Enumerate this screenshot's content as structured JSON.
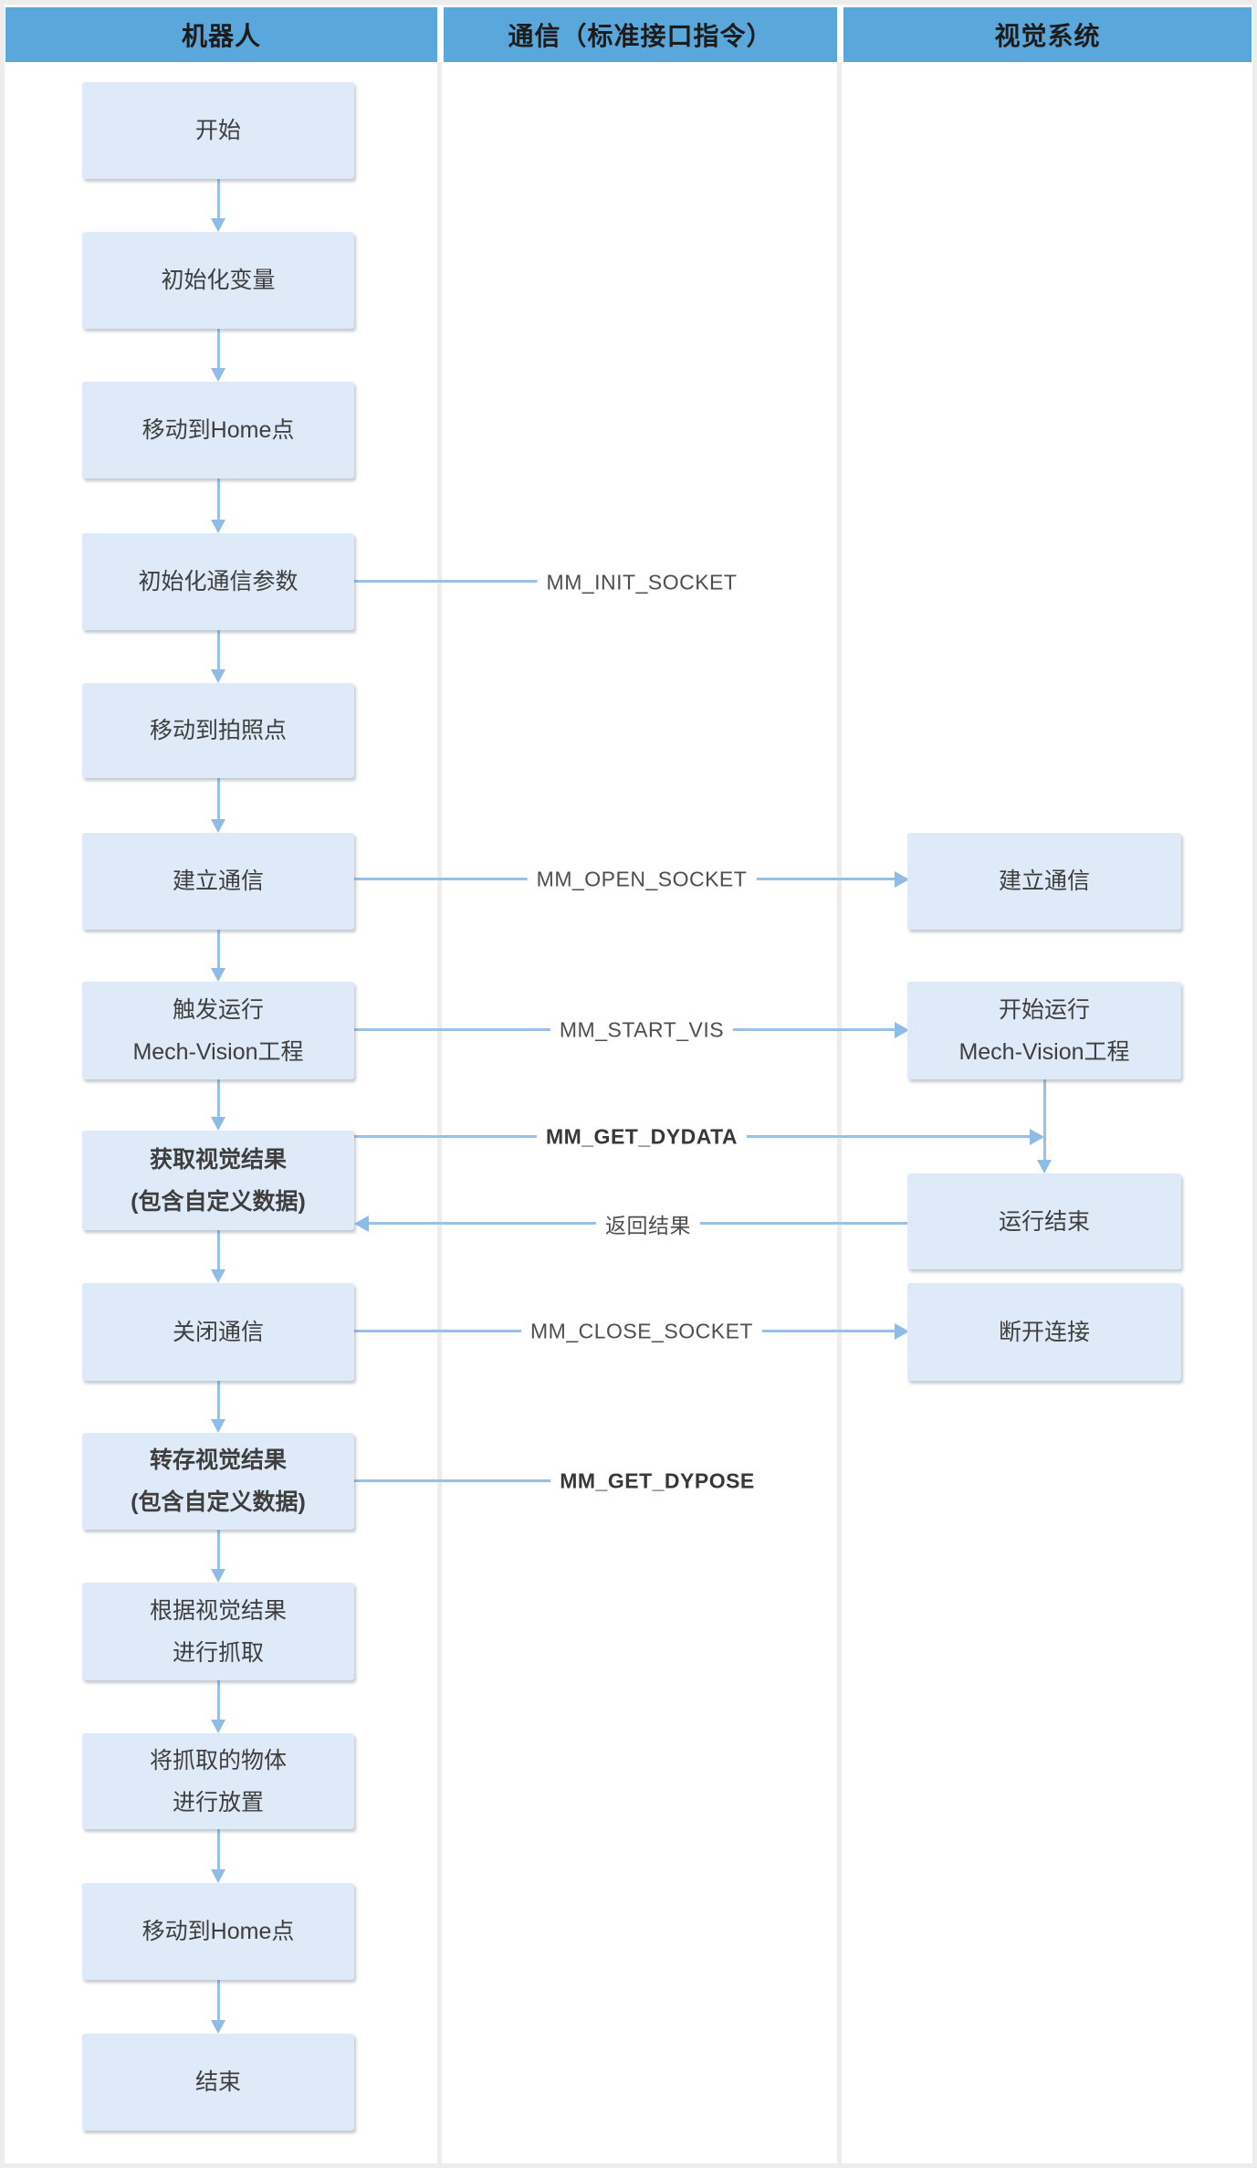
{
  "colors": {
    "header_bg": "#5AA7DC",
    "header_text": "#1C1C1C",
    "box_fill": "#DEEAF7",
    "box_text": "#3E3E3E",
    "connector": "#97C1E8",
    "label_text": "#4E4E4E",
    "label_text_bold": "#383838",
    "frame_border": "#EDEDED",
    "background": "#FFFFFF"
  },
  "header": {
    "columns": [
      "机器人",
      "通信（标准接口指令）",
      "视觉系统"
    ]
  },
  "robot_lane": {
    "boxes": [
      {
        "lines": [
          "开始"
        ]
      },
      {
        "lines": [
          "初始化变量"
        ]
      },
      {
        "lines": [
          "移动到Home点"
        ]
      },
      {
        "lines": [
          "初始化通信参数"
        ]
      },
      {
        "lines": [
          "移动到拍照点"
        ]
      },
      {
        "lines": [
          "建立通信"
        ]
      },
      {
        "lines": [
          "触发运行",
          "Mech-Vision工程"
        ]
      },
      {
        "lines": [
          "获取视觉结果",
          "(包含自定义数据)"
        ],
        "bold": true
      },
      {
        "lines": [
          "关闭通信"
        ]
      },
      {
        "lines": [
          "转存视觉结果",
          "(包含自定义数据)"
        ],
        "bold": true
      },
      {
        "lines": [
          "根据视觉结果",
          "进行抓取"
        ]
      },
      {
        "lines": [
          "将抓取的物体",
          "进行放置"
        ]
      },
      {
        "lines": [
          "移动到Home点"
        ]
      },
      {
        "lines": [
          "结束"
        ]
      }
    ]
  },
  "comm_lane": {
    "labels": [
      {
        "text": "MM_INIT_SOCKET",
        "bold": false
      },
      {
        "text": "MM_OPEN_SOCKET",
        "bold": false
      },
      {
        "text": "MM_START_VIS",
        "bold": false
      },
      {
        "text": "MM_GET_DYDATA",
        "bold": true
      },
      {
        "text": "返回结果",
        "bold": false
      },
      {
        "text": "MM_CLOSE_SOCKET",
        "bold": false
      },
      {
        "text": "MM_GET_DYPOSE",
        "bold": true
      }
    ]
  },
  "vision_lane": {
    "boxes": [
      {
        "lines": [
          "建立通信"
        ]
      },
      {
        "lines": [
          "开始运行",
          "Mech-Vision工程"
        ]
      },
      {
        "lines": [
          "运行结束"
        ]
      },
      {
        "lines": [
          "断开连接"
        ]
      }
    ]
  }
}
